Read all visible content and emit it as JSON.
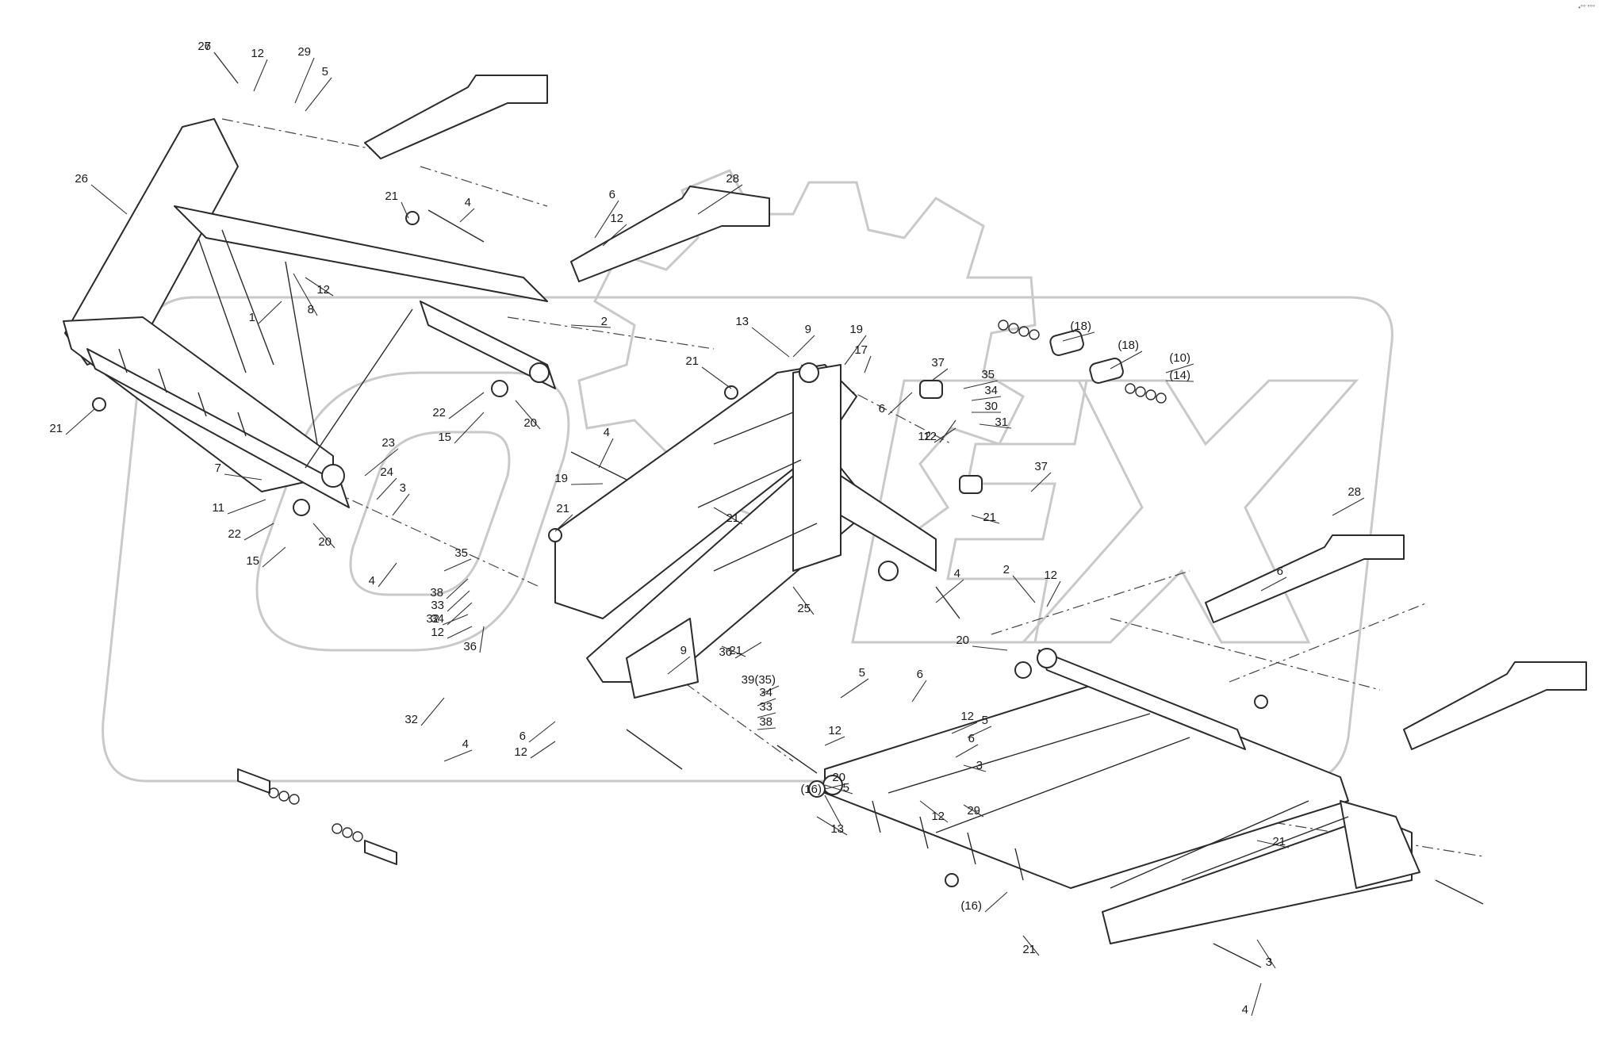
{
  "watermark": {
    "text": "OPEX"
  },
  "corner_mark": "•°° °°°",
  "labels": [
    "6",
    "12",
    "29",
    "5",
    "26",
    "21",
    "4",
    "28",
    "6",
    "12",
    "12",
    "8",
    "1",
    "2",
    "21",
    "13",
    "9",
    "19",
    "17",
    "37",
    "6",
    "12",
    "35",
    "34",
    "30",
    "31",
    "12",
    "(18)",
    "(18)",
    "(10)",
    "(14)",
    "21",
    "22",
    "15",
    "20",
    "23",
    "7",
    "11",
    "24",
    "3",
    "22",
    "15",
    "20",
    "4",
    "4",
    "19",
    "21",
    "21",
    "37",
    "28",
    "2",
    "12",
    "6",
    "20",
    "4",
    "25",
    "21",
    "35",
    "38",
    "33",
    "34",
    "32",
    "12",
    "36",
    "36",
    "39(35)",
    "34",
    "33",
    "38",
    "21",
    "6",
    "12",
    "5",
    "6",
    "12",
    "5",
    "6",
    "12",
    "29",
    "5",
    "12",
    "32",
    "4",
    "3",
    "20",
    "(16)",
    "13",
    "9",
    "(16)",
    "21",
    "21",
    "3",
    "4",
    "27"
  ]
}
